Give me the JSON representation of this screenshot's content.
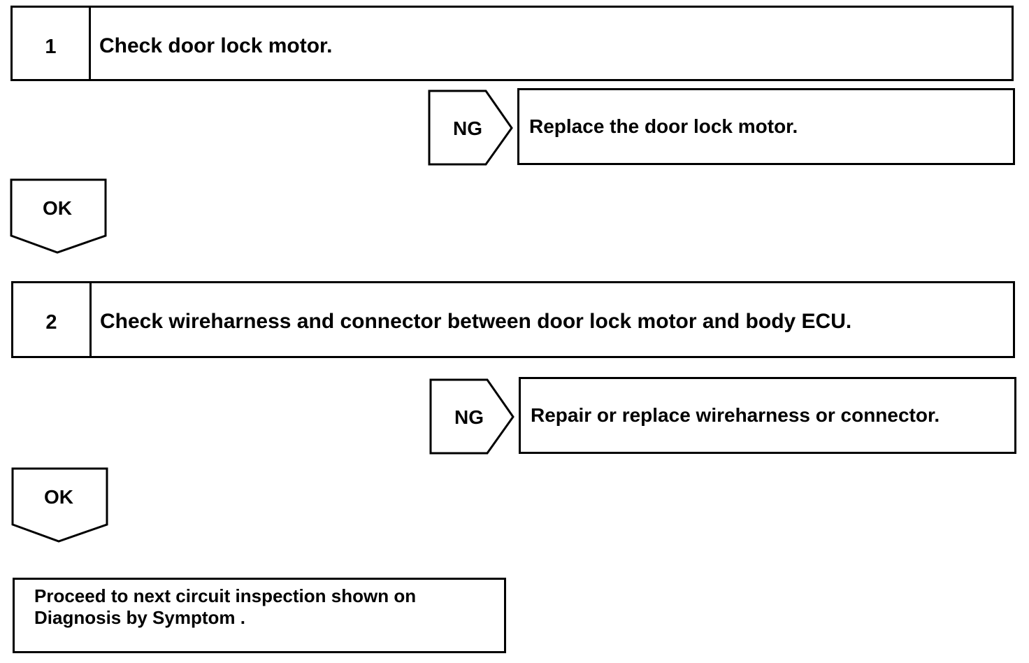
{
  "steps": [
    {
      "number": "1",
      "text": "Check door lock motor.",
      "ng_label": "NG",
      "ng_action": "Replace the door lock motor.",
      "ok_label": "OK"
    },
    {
      "number": "2",
      "text": "Check wireharness and connector between door lock motor and body ECU.",
      "ng_label": "NG",
      "ng_action": "Repair or replace wireharness or connector.",
      "ok_label": "OK"
    }
  ],
  "final": {
    "line1": "Proceed to next circuit inspection shown on",
    "line2": "Diagnosis by Symptom ."
  }
}
